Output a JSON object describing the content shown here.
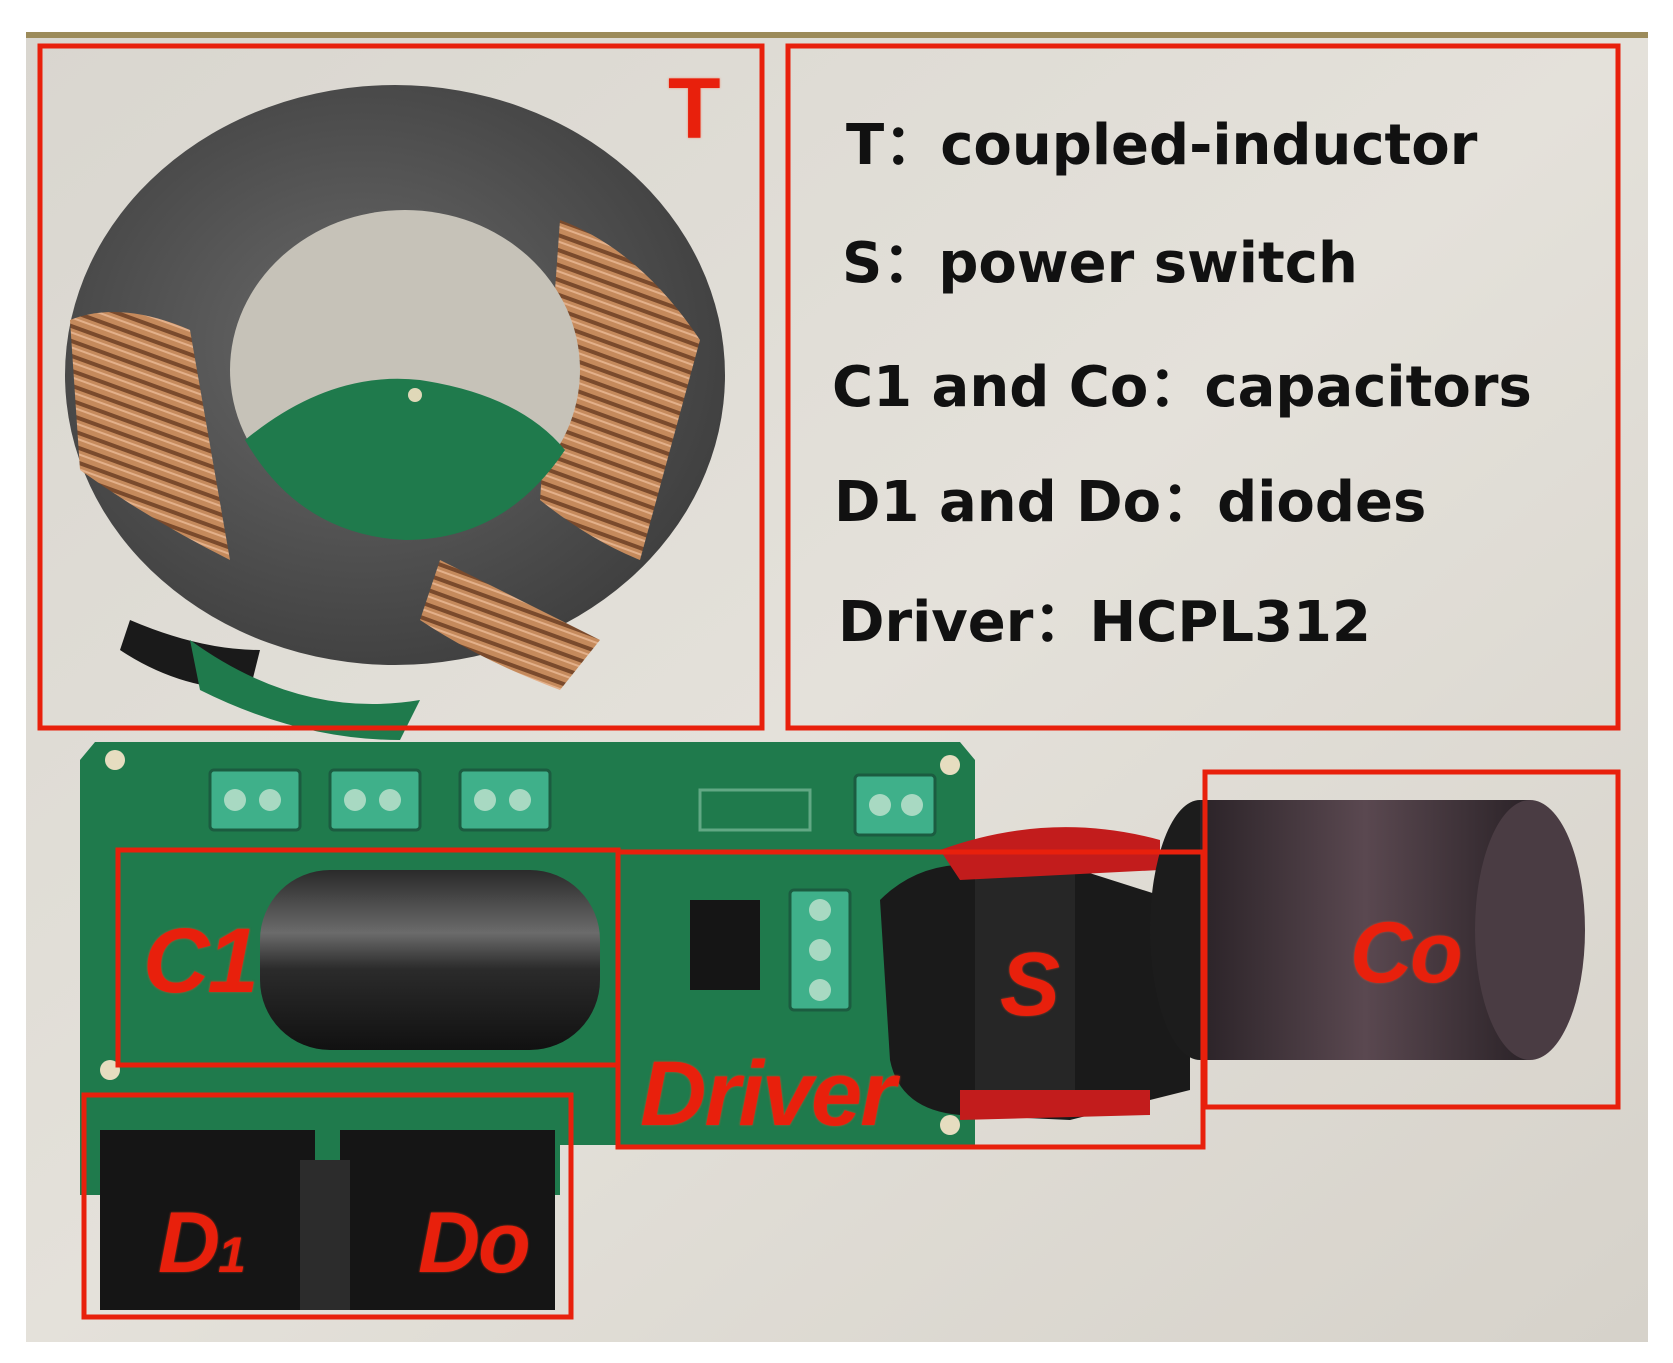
{
  "labels": {
    "t": "T",
    "c1": "C1",
    "driver": "Driver",
    "s": "S",
    "co": "Co",
    "d1_main": "D",
    "d1_sub": "1",
    "do": "Do"
  },
  "legend": {
    "line1": "T：coupled-inductor",
    "line2": "S：power switch",
    "line3": "C1 and Co：capacitors",
    "line4": "D1 and Do：diodes",
    "line5": "Driver：HCPL312"
  },
  "colors": {
    "annotation_red": "#e8200c",
    "pcb_green": "#1f7a4c",
    "background": "#dedbd4"
  }
}
